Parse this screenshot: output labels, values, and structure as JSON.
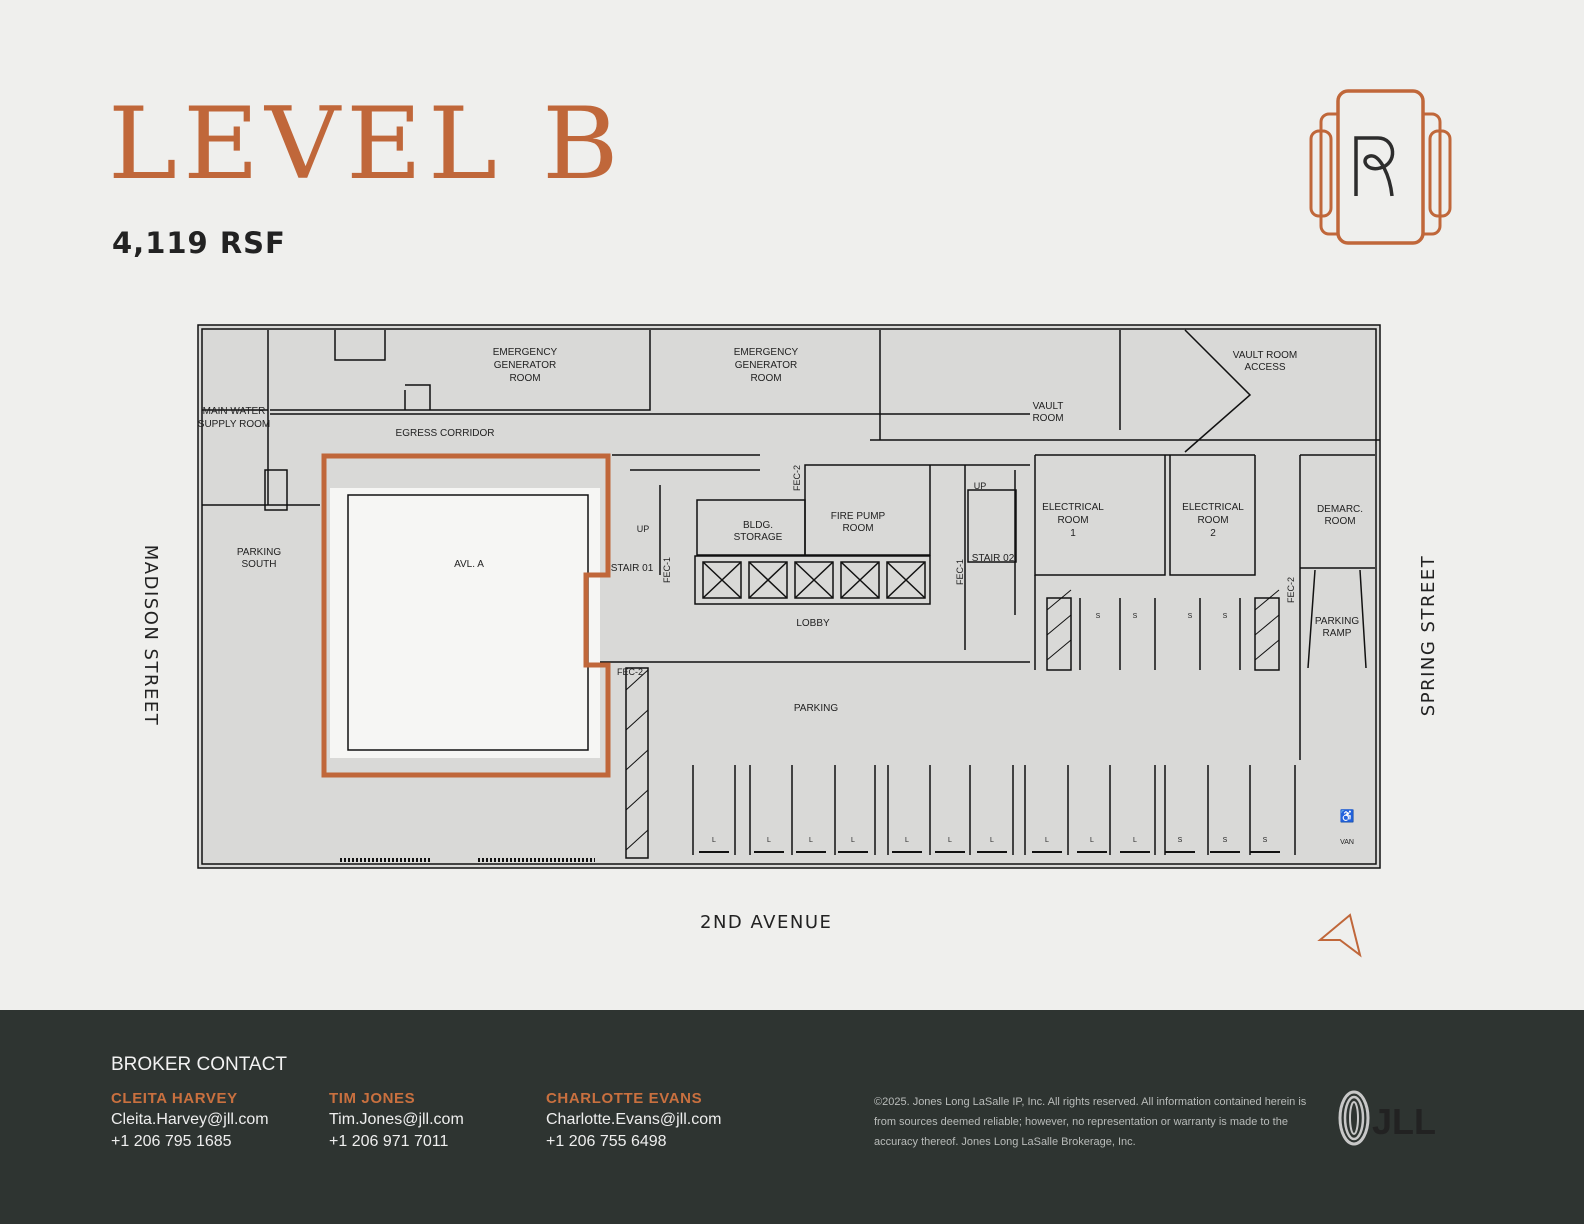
{
  "header": {
    "title": "LEVEL B",
    "area": "4,119 RSF"
  },
  "logo": {
    "letter": "R",
    "color": "#c0673a"
  },
  "streets": {
    "west": "MADISON STREET",
    "east": "SPRING STREET",
    "south": "2ND AVENUE"
  },
  "plan": {
    "highlight_color": "#c0673a",
    "rooms": [
      {
        "name": "emergency-generator-room-1",
        "lines": [
          "EMERGENCY",
          "GENERATOR",
          "ROOM"
        ]
      },
      {
        "name": "emergency-generator-room-2",
        "lines": [
          "EMERGENCY",
          "GENERATOR",
          "ROOM"
        ]
      },
      {
        "name": "vault-room",
        "lines": [
          "VAULT",
          "ROOM"
        ]
      },
      {
        "name": "vault-room-access",
        "lines": [
          "VAULT ROOM",
          "ACCESS"
        ]
      },
      {
        "name": "main-water-supply-room",
        "lines": [
          "MAIN WATER",
          "SUPPLY ROOM"
        ]
      },
      {
        "name": "egress-corridor",
        "lines": [
          "EGRESS CORRIDOR"
        ]
      },
      {
        "name": "parking-south",
        "lines": [
          "PARKING",
          "SOUTH"
        ]
      },
      {
        "name": "available-a",
        "lines": [
          "AVL. A"
        ]
      },
      {
        "name": "bldg-storage",
        "lines": [
          "BLDG.",
          "STORAGE"
        ]
      },
      {
        "name": "fire-pump-room",
        "lines": [
          "FIRE PUMP",
          "ROOM"
        ]
      },
      {
        "name": "electrical-room-1",
        "lines": [
          "ELECTRICAL",
          "ROOM",
          "1"
        ]
      },
      {
        "name": "electrical-room-2",
        "lines": [
          "ELECTRICAL",
          "ROOM",
          "2"
        ]
      },
      {
        "name": "demarc-room",
        "lines": [
          "DEMARC.",
          "ROOM"
        ]
      },
      {
        "name": "stair-01",
        "lines": [
          "STAIR 01"
        ]
      },
      {
        "name": "stair-02",
        "lines": [
          "STAIR 02"
        ]
      },
      {
        "name": "lobby",
        "lines": [
          "LOBBY"
        ]
      },
      {
        "name": "parking-ramp",
        "lines": [
          "PARKING",
          "RAMP"
        ]
      },
      {
        "name": "parking",
        "lines": [
          "PARKING"
        ]
      }
    ],
    "tags": {
      "fec1": "FEC-1",
      "fec2": "FEC-2",
      "up": "UP",
      "van": "VAN"
    },
    "stalls_bottom": [
      "L",
      "L",
      "L",
      "L",
      "L",
      "L",
      "L",
      "L",
      "L",
      "L",
      "S",
      "S",
      "S"
    ],
    "stalls_top": [
      "S",
      "S",
      "S",
      "S"
    ]
  },
  "footer": {
    "heading": "BROKER CONTACT",
    "brokers": [
      {
        "name": "CLEITA HARVEY",
        "email": "Cleita.Harvey@jll.com",
        "phone": "+1 206 795 1685"
      },
      {
        "name": "TIM JONES",
        "email": "Tim.Jones@jll.com",
        "phone": "+1 206 971 7011"
      },
      {
        "name": "CHARLOTTE EVANS",
        "email": "Charlotte.Evans@jll.com",
        "phone": "+1 206 755 6498"
      }
    ],
    "legal": "©2025. Jones Long LaSalle IP, Inc. All rights reserved. All information contained herein is from sources deemed reliable; however, no representation or warranty is made to the accuracy thereof. Jones Long LaSalle Brokerage, Inc.",
    "brand": "JLL"
  }
}
